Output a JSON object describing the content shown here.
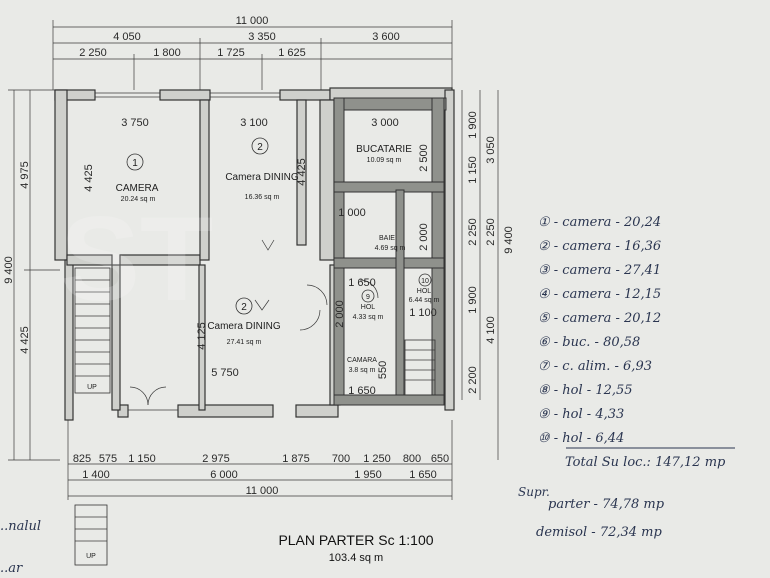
{
  "dimensions_top": {
    "total": "11 000",
    "row2": [
      "4 050",
      "3 350",
      "3 600"
    ],
    "row3": [
      "2 250",
      "1 800",
      "1 725",
      "1 625"
    ]
  },
  "dimensions_left": {
    "outer": "9 400",
    "a": "4 975",
    "b": "4 425",
    "inner": "4 425"
  },
  "dimensions_right": {
    "r1": [
      "1 900",
      "1 150",
      "2 250",
      "1 900",
      "2 200"
    ],
    "r2": [
      "3 050",
      "2 250",
      "4 100"
    ],
    "total": "9 400"
  },
  "dimensions_bottom": {
    "row1": [
      "825",
      "575",
      "1 150",
      "2 975",
      "1 875",
      "700",
      "1 250",
      "800",
      "650"
    ],
    "row2": [
      "1 400",
      "6 000",
      "1 950",
      "1 650"
    ],
    "total": "11 000"
  },
  "inner_dims": {
    "camera1_w": "3 750",
    "camera1_h": "4 425",
    "camera2_w": "3 100",
    "camera2_h": "4 425",
    "kitchen_w": "3 000",
    "kitchen_h": "2 500",
    "baie_w": "1 000",
    "baie_h": "2 000",
    "hol_w": "1 650",
    "hol_h": "2 000",
    "hol10_w": "1 100",
    "dining_h": "4 125",
    "dining_w": "5 750",
    "camara_w": "1 650",
    "camara_h": "550"
  },
  "rooms": {
    "r1": {
      "num": "1",
      "name": "CAMERA",
      "area": "20.24 sq m"
    },
    "r2": {
      "num": "2",
      "name": "Camera DINING",
      "area": "16.36 sq m"
    },
    "r3": {
      "num": "2",
      "name": "Camera DINING",
      "area": "27.41 sq m"
    },
    "kitchen": {
      "name": "BUCATARIE",
      "area": "10.09 sq m"
    },
    "baie": {
      "name": "BAIE",
      "area": "4.69 sq m"
    },
    "hol9": {
      "num": "9",
      "name": "HOL",
      "area": "4.33 sq m"
    },
    "hol10": {
      "num": "10",
      "name": "HOL",
      "area": "6.44 sq m"
    },
    "camara": {
      "name": "CAMARA",
      "area": "3.8 sq m"
    },
    "up1": "UP",
    "up2": "UP"
  },
  "title": "PLAN PARTER Sc 1:100",
  "subtitle": "103.4 sq m",
  "watermark": "ST",
  "notes": {
    "list": [
      "① - camera - 20,24",
      "② - camera - 16,36",
      "③ - camera - 27,41",
      "④ - camera - 12,15",
      "⑤ - camera - 20,12",
      "⑥ - buc. - 80,58",
      "⑦ - c. alim. - 6,93",
      "⑧ - hol - 12,55",
      "⑨ - hol - 4,33",
      "⑩ - hol - 6,44"
    ],
    "total": "Total Su loc.: 147,12 mp",
    "supr": "Supr.",
    "parter": "parter - 74,78 mp",
    "etaj": "demisol - 72,34 mp",
    "corner_left1": "..nalul",
    "corner_left2": "..ar"
  }
}
